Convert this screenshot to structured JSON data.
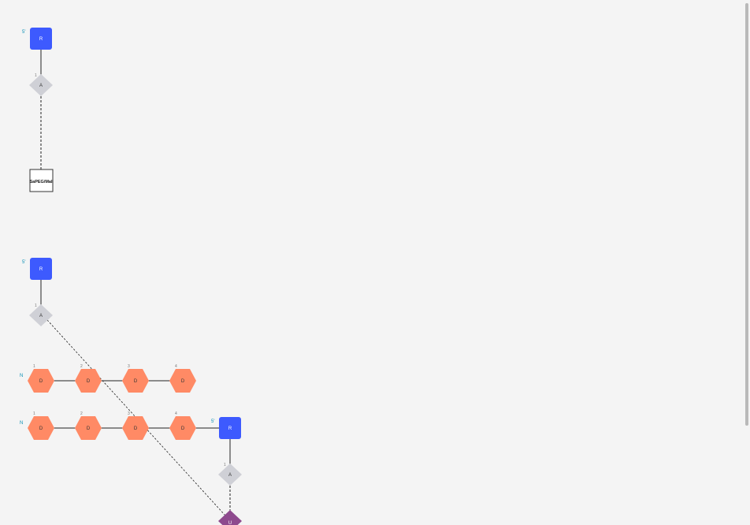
{
  "colors": {
    "background": "#f4f4f4",
    "rna_node": "#3d5afe",
    "linker_node": "#cfd0d6",
    "peptide_node": "#ff8a65",
    "modified_node": "#8e4a8e",
    "terminal_label": "#0a8fb5",
    "chem_node_fill": "#ffffff",
    "bond": "#222222"
  },
  "molecules": [
    {
      "five_prime_label": "5'",
      "rna": {
        "label": "R"
      },
      "linker": {
        "label": "A",
        "index": "1"
      },
      "chem": {
        "label": "SaPEG/Mal"
      }
    },
    {
      "five_prime_label": "5'",
      "rna": {
        "label": "R"
      },
      "linker": {
        "label": "A",
        "index": "1"
      },
      "peptide_chain_1": {
        "terminal_label": "N",
        "residues": [
          {
            "label": "D",
            "index": "1"
          },
          {
            "label": "D",
            "index": "2"
          },
          {
            "label": "D",
            "index": "3"
          },
          {
            "label": "D",
            "index": "4"
          }
        ]
      },
      "peptide_chain_2": {
        "terminal_label": "N",
        "residues": [
          {
            "label": "D",
            "index": "1"
          },
          {
            "label": "D",
            "index": "2"
          },
          {
            "label": "D",
            "index": "3"
          },
          {
            "label": "D",
            "index": "4"
          }
        ]
      },
      "rna_2": {
        "five_prime_label": "5'",
        "label": "R"
      },
      "linker_2": {
        "label": "A",
        "index": "1"
      },
      "modified": {
        "label": "U"
      }
    }
  ]
}
